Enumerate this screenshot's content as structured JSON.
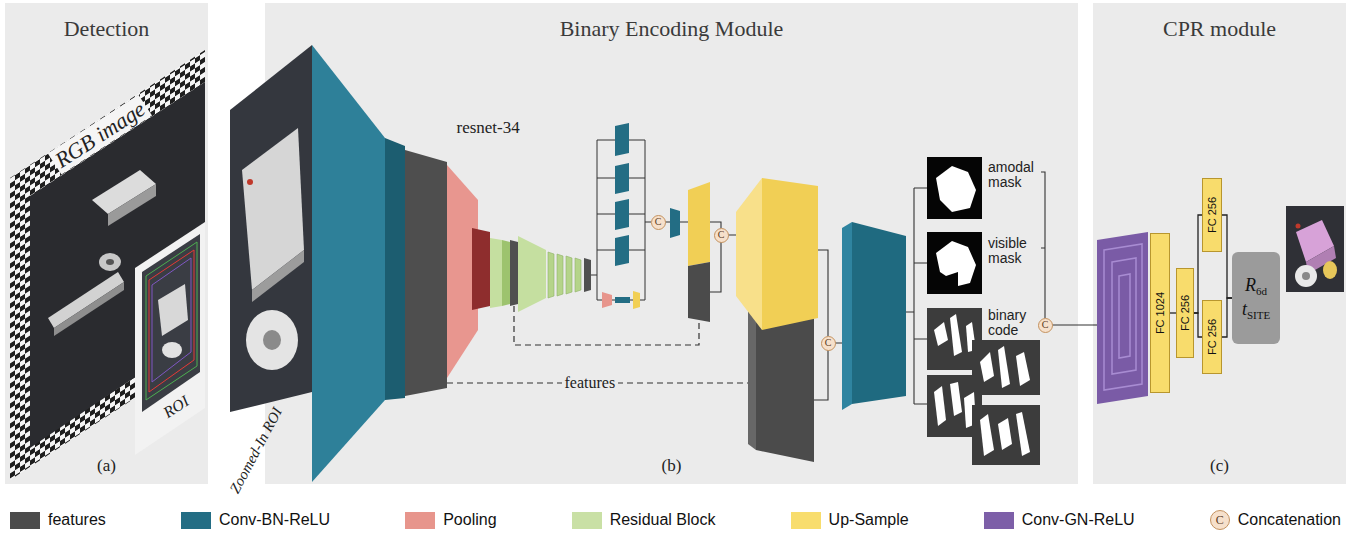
{
  "diagram": {
    "nodes": [
      {
        "text": [
          "Detection",
          "(a)"
        ]
      },
      {
        "text": [
          "Binary Encoding Module",
          "(b)"
        ]
      },
      {
        "text": [
          "CPR module",
          "(c)"
        ]
      },
      {
        "text": [
          "C"
        ],
        "in": 1
      },
      {
        "text": [
          "C"
        ],
        "in": 1
      },
      {
        "text": [
          "C"
        ],
        "in": 1
      },
      {
        "text": [
          "C"
        ],
        "in": 1
      },
      {
        "text": [
          "FC 1024"
        ],
        "in": 2
      },
      {
        "text": [
          "FC 256"
        ],
        "in": 2
      },
      {
        "text": [
          "FC 256"
        ],
        "in": 2
      },
      {
        "text": [
          "FC 256"
        ],
        "in": 2
      },
      {
        "text": [
          "R",
          "6d",
          "t",
          "SITE"
        ],
        "in": 2
      }
    ],
    "edges": [
      {
        "from": 7,
        "to": 8,
        "arrow": "none"
      },
      {
        "from": 8,
        "to": 9,
        "arrow": "none"
      },
      {
        "from": 8,
        "to": 10,
        "arrow": "none"
      },
      {
        "from": 9,
        "to": 11,
        "arrow": "none"
      },
      {
        "from": 10,
        "to": 11,
        "arrow": "none"
      }
    ],
    "labels": [
      "RGB image",
      "ROI",
      "Zoomed-In ROI",
      "resnet-34",
      "features",
      "amodal mask",
      "visible mask",
      "binary code",
      "C"
    ],
    "legend": [
      {
        "text": "features",
        "color": "#4b4b4b"
      },
      {
        "text": "Conv-BN-ReLU",
        "color": "#236d84"
      },
      {
        "text": "Pooling",
        "color": "#e7958c"
      },
      {
        "text": "Residual Block",
        "color": "#c9e0a5"
      },
      {
        "text": "Up-Sample",
        "color": "#f8dd6d"
      },
      {
        "text": "Conv-GN-ReLU",
        "color": "#7d5fa8"
      },
      {
        "text": "Concatenation"
      }
    ]
  }
}
